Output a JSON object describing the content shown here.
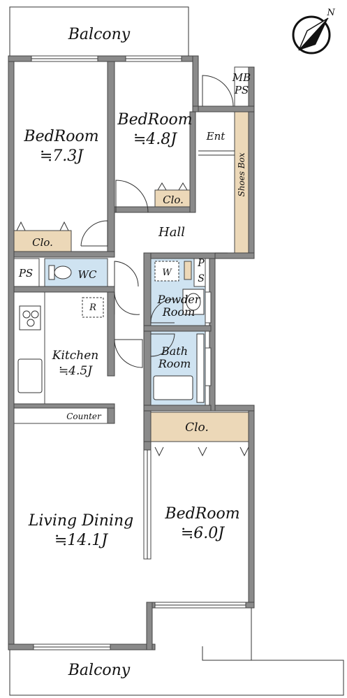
{
  "labels": {
    "balcony_top": "Balcony",
    "balcony_bottom": "Balcony",
    "bedroom1_name": "BedRoom",
    "bedroom1_size": "≒7.3J",
    "bedroom2_name": "BedRoom",
    "bedroom2_size": "≒4.8J",
    "bedroom3_name": "BedRoom",
    "bedroom3_size": "≒6.0J",
    "ent": "Ent",
    "mbps_1": "MB",
    "mbps_2": "PS",
    "shoes_box": "Shoes Box",
    "clo_1": "Clo.",
    "clo_2": "Clo.",
    "clo_3": "Clo.",
    "hall": "Hall",
    "ps_left": "PS",
    "wc": "WC",
    "w": "W",
    "ps_right_1": "P",
    "ps_right_2": "S",
    "powder_1": "Powder",
    "powder_2": "Room",
    "r": "R",
    "kitchen_name": "Kitchen",
    "kitchen_size": "≒4.5J",
    "bath_1": "Bath",
    "bath_2": "Room",
    "counter": "Counter",
    "living_name": "Living Dining",
    "living_size": "≒14.1J",
    "compass": "N"
  },
  "colors": {
    "wall": "#8a8a8a",
    "closet": "#ecd8b8",
    "wet_area": "#cfe3f1"
  }
}
